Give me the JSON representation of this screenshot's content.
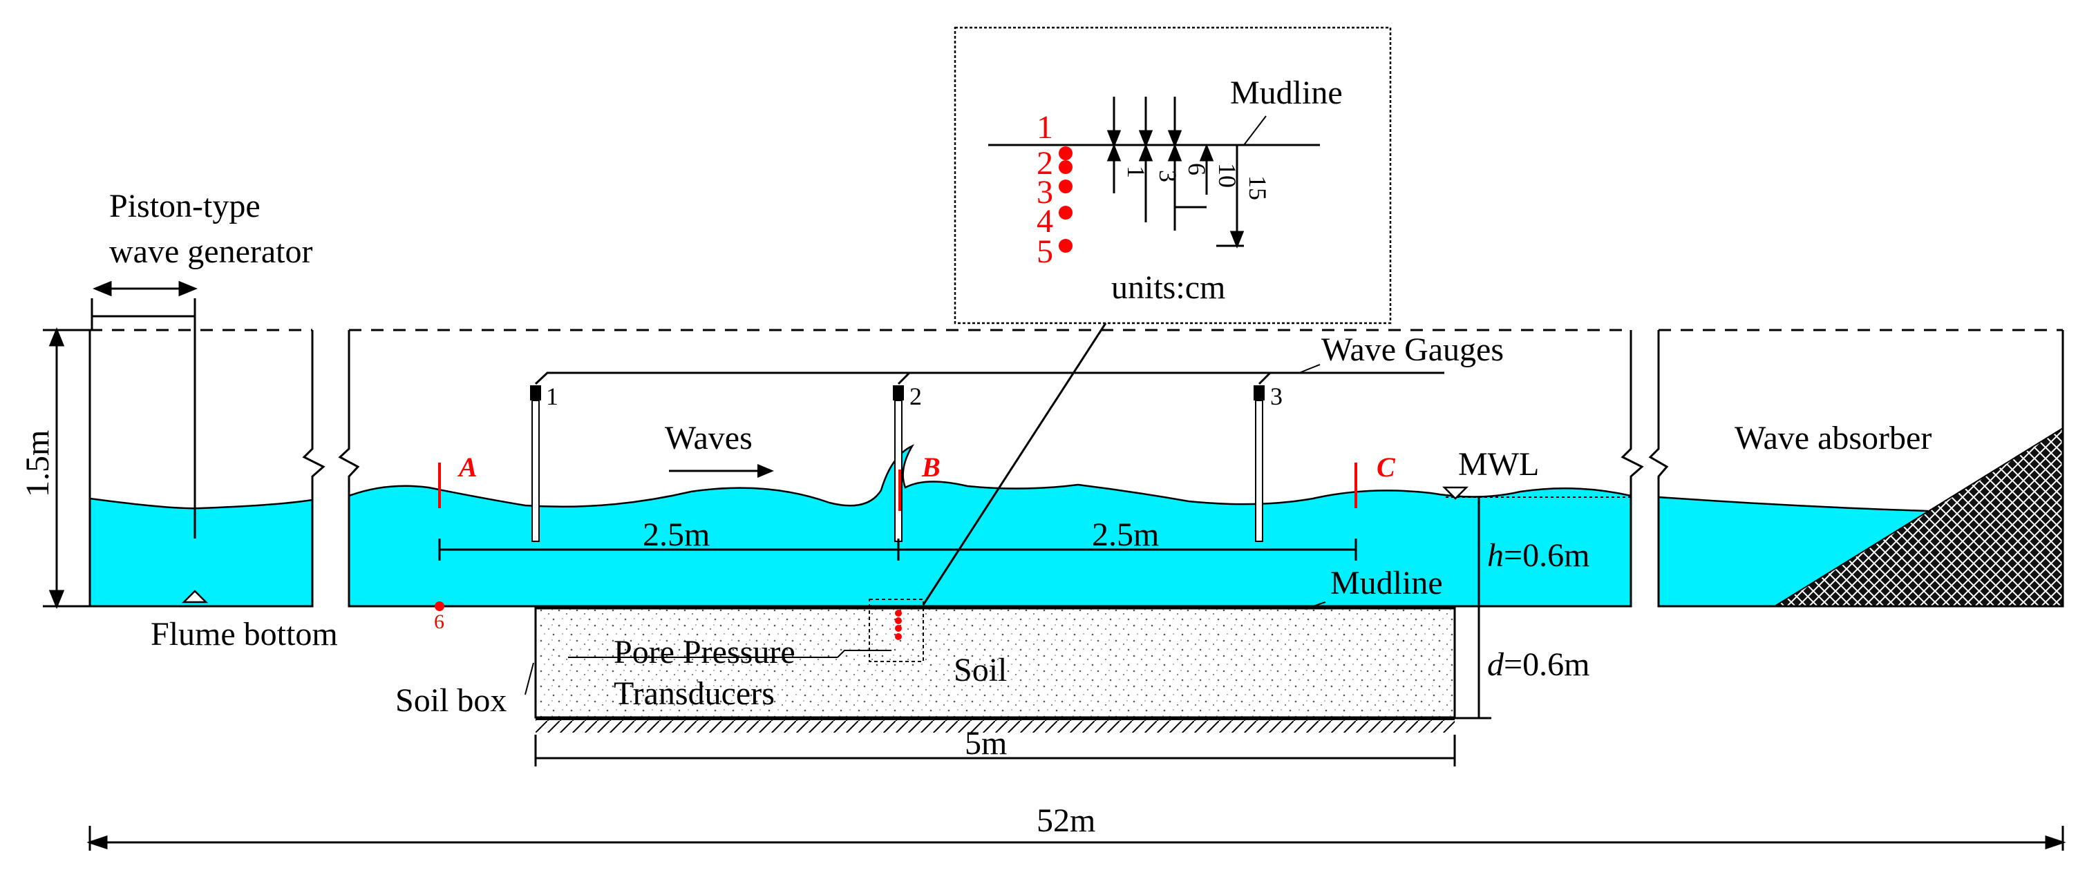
{
  "labels": {
    "piston_line1": "Piston-type",
    "piston_line2": "wave generator",
    "height_dim": "1.5m",
    "flume_bottom": "Flume bottom",
    "waves": "Waves",
    "wave_gauges": "Wave Gauges",
    "wave_absorber": "Wave absorber",
    "mwl": "MWL",
    "h_var": "h",
    "h_val": "=0.6m",
    "d_var": "d",
    "d_val": "=0.6m",
    "mudline": "Mudline",
    "soil": "Soil",
    "soil_box": "Soil box",
    "ppt_line1": "Pore Pressure",
    "ppt_line2": "Transducers",
    "dim_left": "2.5m",
    "dim_right": "2.5m",
    "soil_length": "5m",
    "total_length": "52m",
    "section_a": "A",
    "section_b": "B",
    "section_c": "C",
    "gauge_1": "1",
    "gauge_2": "2",
    "gauge_3": "3",
    "sensor_6": "6"
  },
  "inset": {
    "mudline": "Mudline",
    "units": "units:cm",
    "sensor_numbers": [
      "1",
      "2",
      "3",
      "4",
      "5"
    ],
    "depths": [
      "1",
      "3",
      "6",
      "10",
      "15"
    ]
  },
  "colors": {
    "water": "#00f0ff",
    "sensor": "#ff0000"
  }
}
